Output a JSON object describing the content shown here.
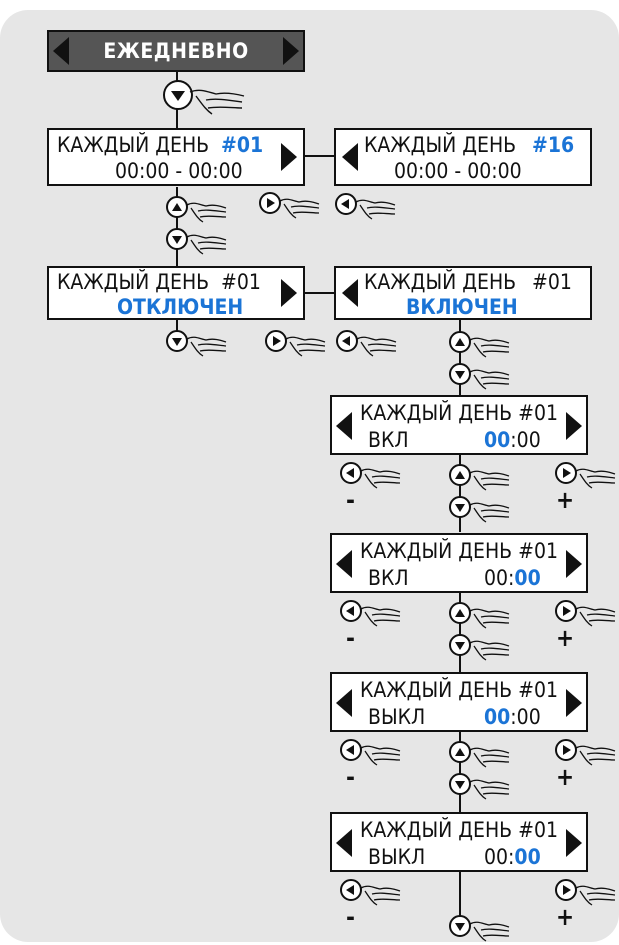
{
  "title": "ЕЖЕДНЕВНО",
  "row1": {
    "left": {
      "label": "КАЖДЫЙ ДЕНЬ",
      "num": "#01",
      "time": "00:00 - 00:00"
    },
    "right": {
      "label": "КАЖДЫЙ ДЕНЬ",
      "num": "#16",
      "time": "00:00 - 00:00"
    }
  },
  "row2": {
    "left": {
      "label": "КАЖДЫЙ ДЕНЬ",
      "num": "#01",
      "status": "ОТКЛЮЧЕН"
    },
    "right": {
      "label": "КАЖДЫЙ ДЕНЬ",
      "num": "#01",
      "status": "ВКЛЮЧЕН"
    }
  },
  "edit_screens": [
    {
      "label": "КАЖДЫЙ ДЕНЬ #01",
      "mode": "ВКЛ",
      "hh": "00",
      "sep": ":",
      "mm": "00",
      "active": "hh"
    },
    {
      "label": "КАЖДЫЙ ДЕНЬ #01",
      "mode": "ВКЛ",
      "hh": "00",
      "sep": ":",
      "mm": "00",
      "active": "mm"
    },
    {
      "label": "КАЖДЫЙ ДЕНЬ #01",
      "mode": "ВЫКЛ",
      "hh": "00",
      "sep": ":",
      "mm": "00",
      "active": "hh"
    },
    {
      "label": "КАЖДЫЙ ДЕНЬ #01",
      "mode": "ВЫКЛ",
      "hh": "00",
      "sep": ":",
      "mm": "00",
      "active": "mm"
    }
  ],
  "minus": "-",
  "plus": "+",
  "colors": {
    "accent": "#1b74d6",
    "panel": "#e6e6e6",
    "header": "#555555"
  }
}
